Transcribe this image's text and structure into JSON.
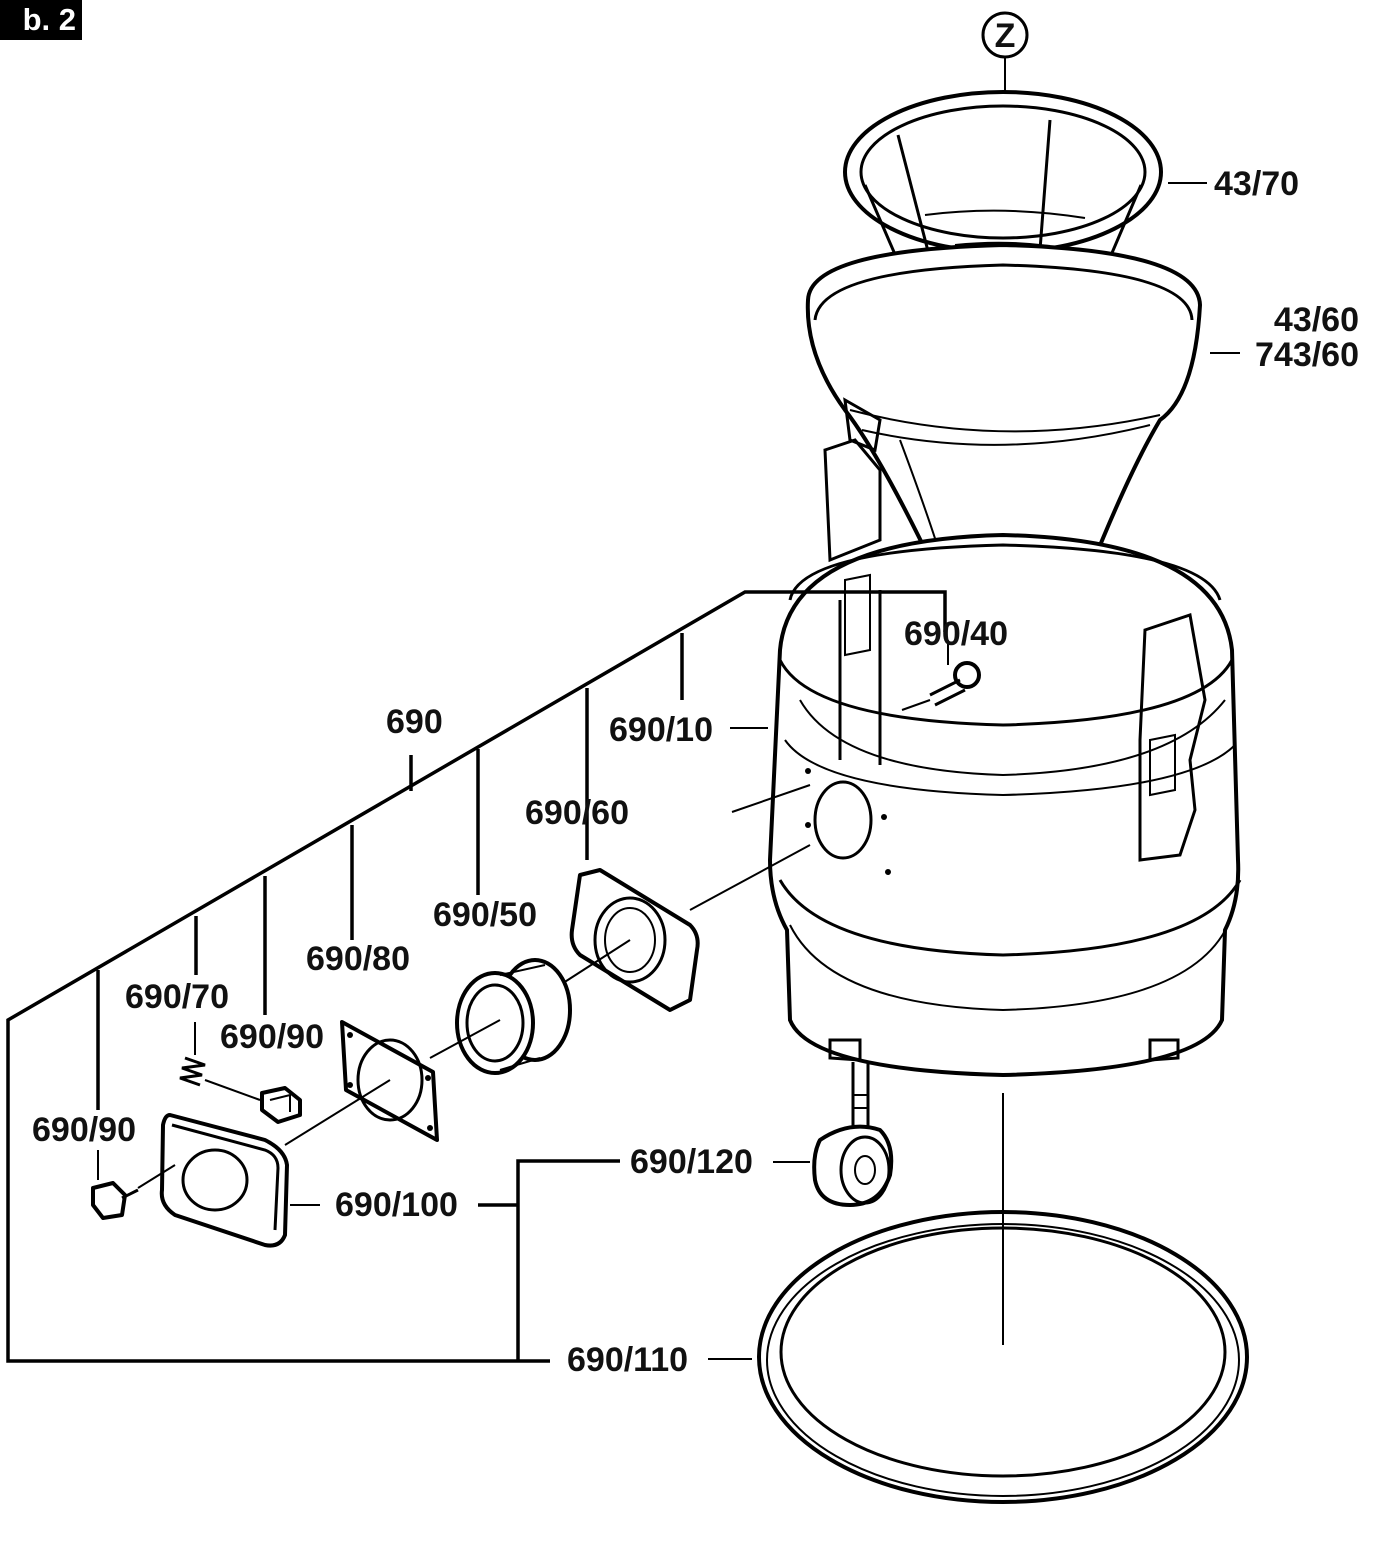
{
  "figure_tag": "b. 2",
  "detail_marker": "Z",
  "part_labels": {
    "p43_70": "43/70",
    "p43_60": "43/60",
    "p743_60": "743/60",
    "p690_40": "690/40",
    "p690": "690",
    "p690_10": "690/10",
    "p690_60": "690/60",
    "p690_50": "690/50",
    "p690_80": "690/80",
    "p690_70": "690/70",
    "p690_90_upper": "690/90",
    "p690_90_lower": "690/90",
    "p690_100": "690/100",
    "p690_120": "690/120",
    "p690_110": "690/110"
  }
}
